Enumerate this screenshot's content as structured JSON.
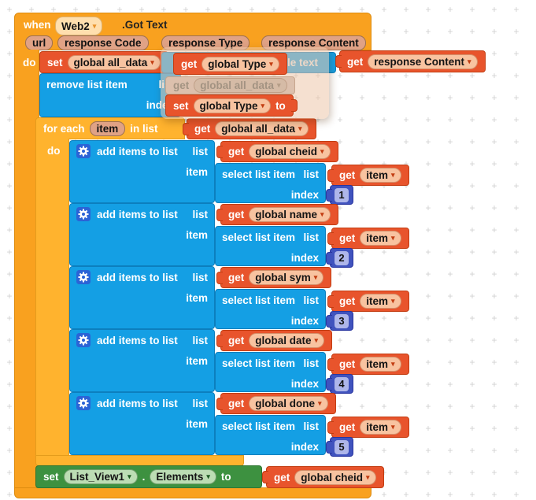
{
  "when": {
    "keyword": "when",
    "component": "Web2",
    "event": ".Got Text",
    "params": [
      "url",
      "response Code",
      "response Type",
      "response Content"
    ],
    "do": "do"
  },
  "set_all_data": {
    "kw": "set",
    "var": "global all_data"
  },
  "csv_fragment": {
    "visible_label": "le text"
  },
  "get_response_content": {
    "kw": "get",
    "var": "response Content"
  },
  "remove_list_item": {
    "label": "remove list item",
    "list": "list",
    "index": "index"
  },
  "drag": {
    "get_type": {
      "kw": "get",
      "var": "global Type"
    },
    "ghost": {
      "kw": "get",
      "var": "global all_data"
    },
    "set_type": {
      "kw": "set",
      "var": "global Type",
      "to": "to"
    }
  },
  "for_each": {
    "kw": "for each",
    "item": "item",
    "in_list": "in list",
    "do": "do",
    "get": {
      "kw": "get",
      "var": "global all_data"
    }
  },
  "labels": {
    "get": "get",
    "add": "add items to list",
    "list": "list",
    "item": "item",
    "select": "select list item",
    "index": "index",
    "gear_icon": "mutator-gear"
  },
  "groups": [
    {
      "var": "global cheid",
      "item": "item",
      "index": "1"
    },
    {
      "var": "global name",
      "item": "item",
      "index": "2"
    },
    {
      "var": "global sym",
      "item": "item",
      "index": "3"
    },
    {
      "var": "global date",
      "item": "item",
      "index": "4"
    },
    {
      "var": "global done",
      "item": "item",
      "index": "5"
    }
  ],
  "footer": {
    "kw": "set",
    "component": "List_View1",
    "dot": ".",
    "property": "Elements",
    "to": "to",
    "get": "get",
    "var": "global cheid"
  },
  "colors": {
    "event": "#F9A11F",
    "control": "#FFB32E",
    "variables": "#E8542C",
    "lists": "#149FE4",
    "math": "#4053BE",
    "component_set": "#3D9140"
  }
}
